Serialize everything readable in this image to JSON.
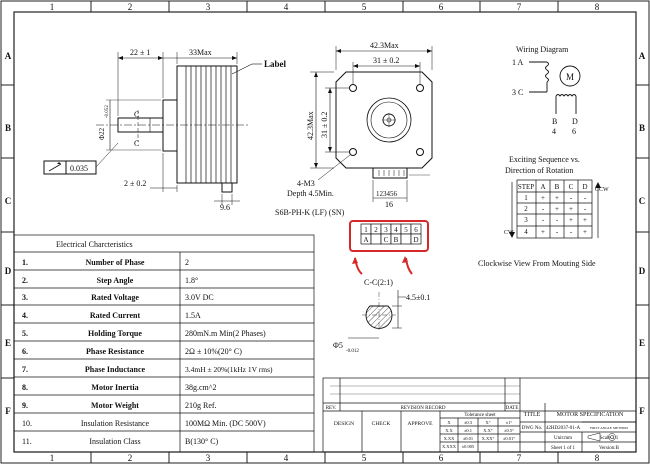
{
  "grid": {
    "columns": [
      "1",
      "2",
      "3",
      "4",
      "5",
      "6",
      "7",
      "8"
    ],
    "rows": [
      "A",
      "B",
      "C",
      "D",
      "E",
      "F"
    ]
  },
  "side_view": {
    "dim_length": "22 ± 1",
    "dim_body": "33Max",
    "label": "Label",
    "shaft_dia": "Φ22",
    "shaft_tol": "-0.052",
    "section_mark_top": "C",
    "section_mark_bottom": "C",
    "runout_value": "0.035",
    "dim_shaft": "2 ± 0.2",
    "dim_connector": "9.6"
  },
  "front_view": {
    "dim_width": "42.3Max",
    "dim_holes_h": "31 ± 0.2",
    "dim_height": "42.3Max",
    "dim_holes_v": "31 ± 0.2",
    "screw_callout": "4-M3",
    "screw_depth": "Depth 4.5Min.",
    "connector_pins": "123456",
    "connector_width": "16",
    "connector_part": "S6B-PH-K (LF) (SN)"
  },
  "pin_box": {
    "pins": [
      "1",
      "2",
      "3",
      "4",
      "5",
      "6"
    ],
    "signals": [
      "A",
      "",
      "C",
      "B",
      "",
      "D"
    ]
  },
  "section": {
    "title": "C-C(2:1)",
    "dim_flat": "4.5±0.1",
    "dim_dia": "Φ5",
    "dia_tol": "-0.012"
  },
  "wiring": {
    "title": "Wiring Diagram",
    "motor_symbol": "M",
    "wire_a": "A",
    "wire_1a": "1 A",
    "wire_c": "C",
    "wire_3c": "3 C",
    "wire_b": "B",
    "wire_4": "4",
    "wire_d": "D",
    "wire_6": "6"
  },
  "sequence": {
    "title_line1": "Exciting Sequence vs.",
    "title_line2": "Direction of Rotation",
    "headers": [
      "STEP",
      "A",
      "B",
      "C",
      "D"
    ],
    "rows": [
      [
        "1",
        "+",
        "+",
        "-",
        "-"
      ],
      [
        "2",
        "-",
        "+",
        "+",
        "-"
      ],
      [
        "3",
        "-",
        "-",
        "+",
        "+"
      ],
      [
        "4",
        "+",
        "-",
        "-",
        "+"
      ]
    ],
    "ccw": "CCW",
    "cw": "CW",
    "caption": "Clockwise View From Mouting Side"
  },
  "electrical": {
    "title": "Electrical Charcteristics",
    "rows": [
      [
        "1.",
        "Number of Phase",
        "2"
      ],
      [
        "2.",
        "Step Angle",
        "1.8°"
      ],
      [
        "3.",
        "Rated Voltage",
        "3.0V DC"
      ],
      [
        "4.",
        "Rated Current",
        "1.5A"
      ],
      [
        "5.",
        "Holding Torque",
        "280mN.m Min(2 Phases)"
      ],
      [
        "6.",
        "Phase Resistance",
        "2Ω ± 10%(20° C)"
      ],
      [
        "7.",
        "Phase Inductance",
        "3.4mH ± 20%(1kHz 1V rms)"
      ],
      [
        "8.",
        "Motor Inertia",
        "38g.cm^2"
      ],
      [
        "9.",
        "Motor Weight",
        "210g Ref."
      ],
      [
        "10.",
        "Insulation Resistance",
        "100MΩ Min. (DC 500V)"
      ],
      [
        "11.",
        "Insulation Class",
        "B(130° C)"
      ]
    ]
  },
  "title_block": {
    "rev": "REV.",
    "revision_record": "REVISION RECORD",
    "date": "DATE",
    "design": "DESIGN",
    "check": "CHECK",
    "approve": "APPROVE",
    "tolerance_sheet": "Tolerance sheet",
    "tol_rows": [
      [
        "X",
        "±0.3",
        "X°",
        "±1°"
      ],
      [
        "X.X",
        "±0.1",
        "X.X°",
        "±0.5°"
      ],
      [
        "X.XX",
        "±0.01",
        "X.XX°",
        "±0.01°"
      ],
      [
        "X.XXX",
        "±0.005",
        "",
        ""
      ]
    ],
    "title_label": "TITLE",
    "title_value": "MOTOR SPECIFICATION",
    "dwg_label": "DWG No.",
    "dwg_value": "42HD2037-01-A",
    "first_angle": "FIRST ANGLE METHOD",
    "unit": "Unit:mm",
    "scale": "Scale 1:1",
    "sheet": "Sheet 1 of 1",
    "version": "Version:B"
  }
}
